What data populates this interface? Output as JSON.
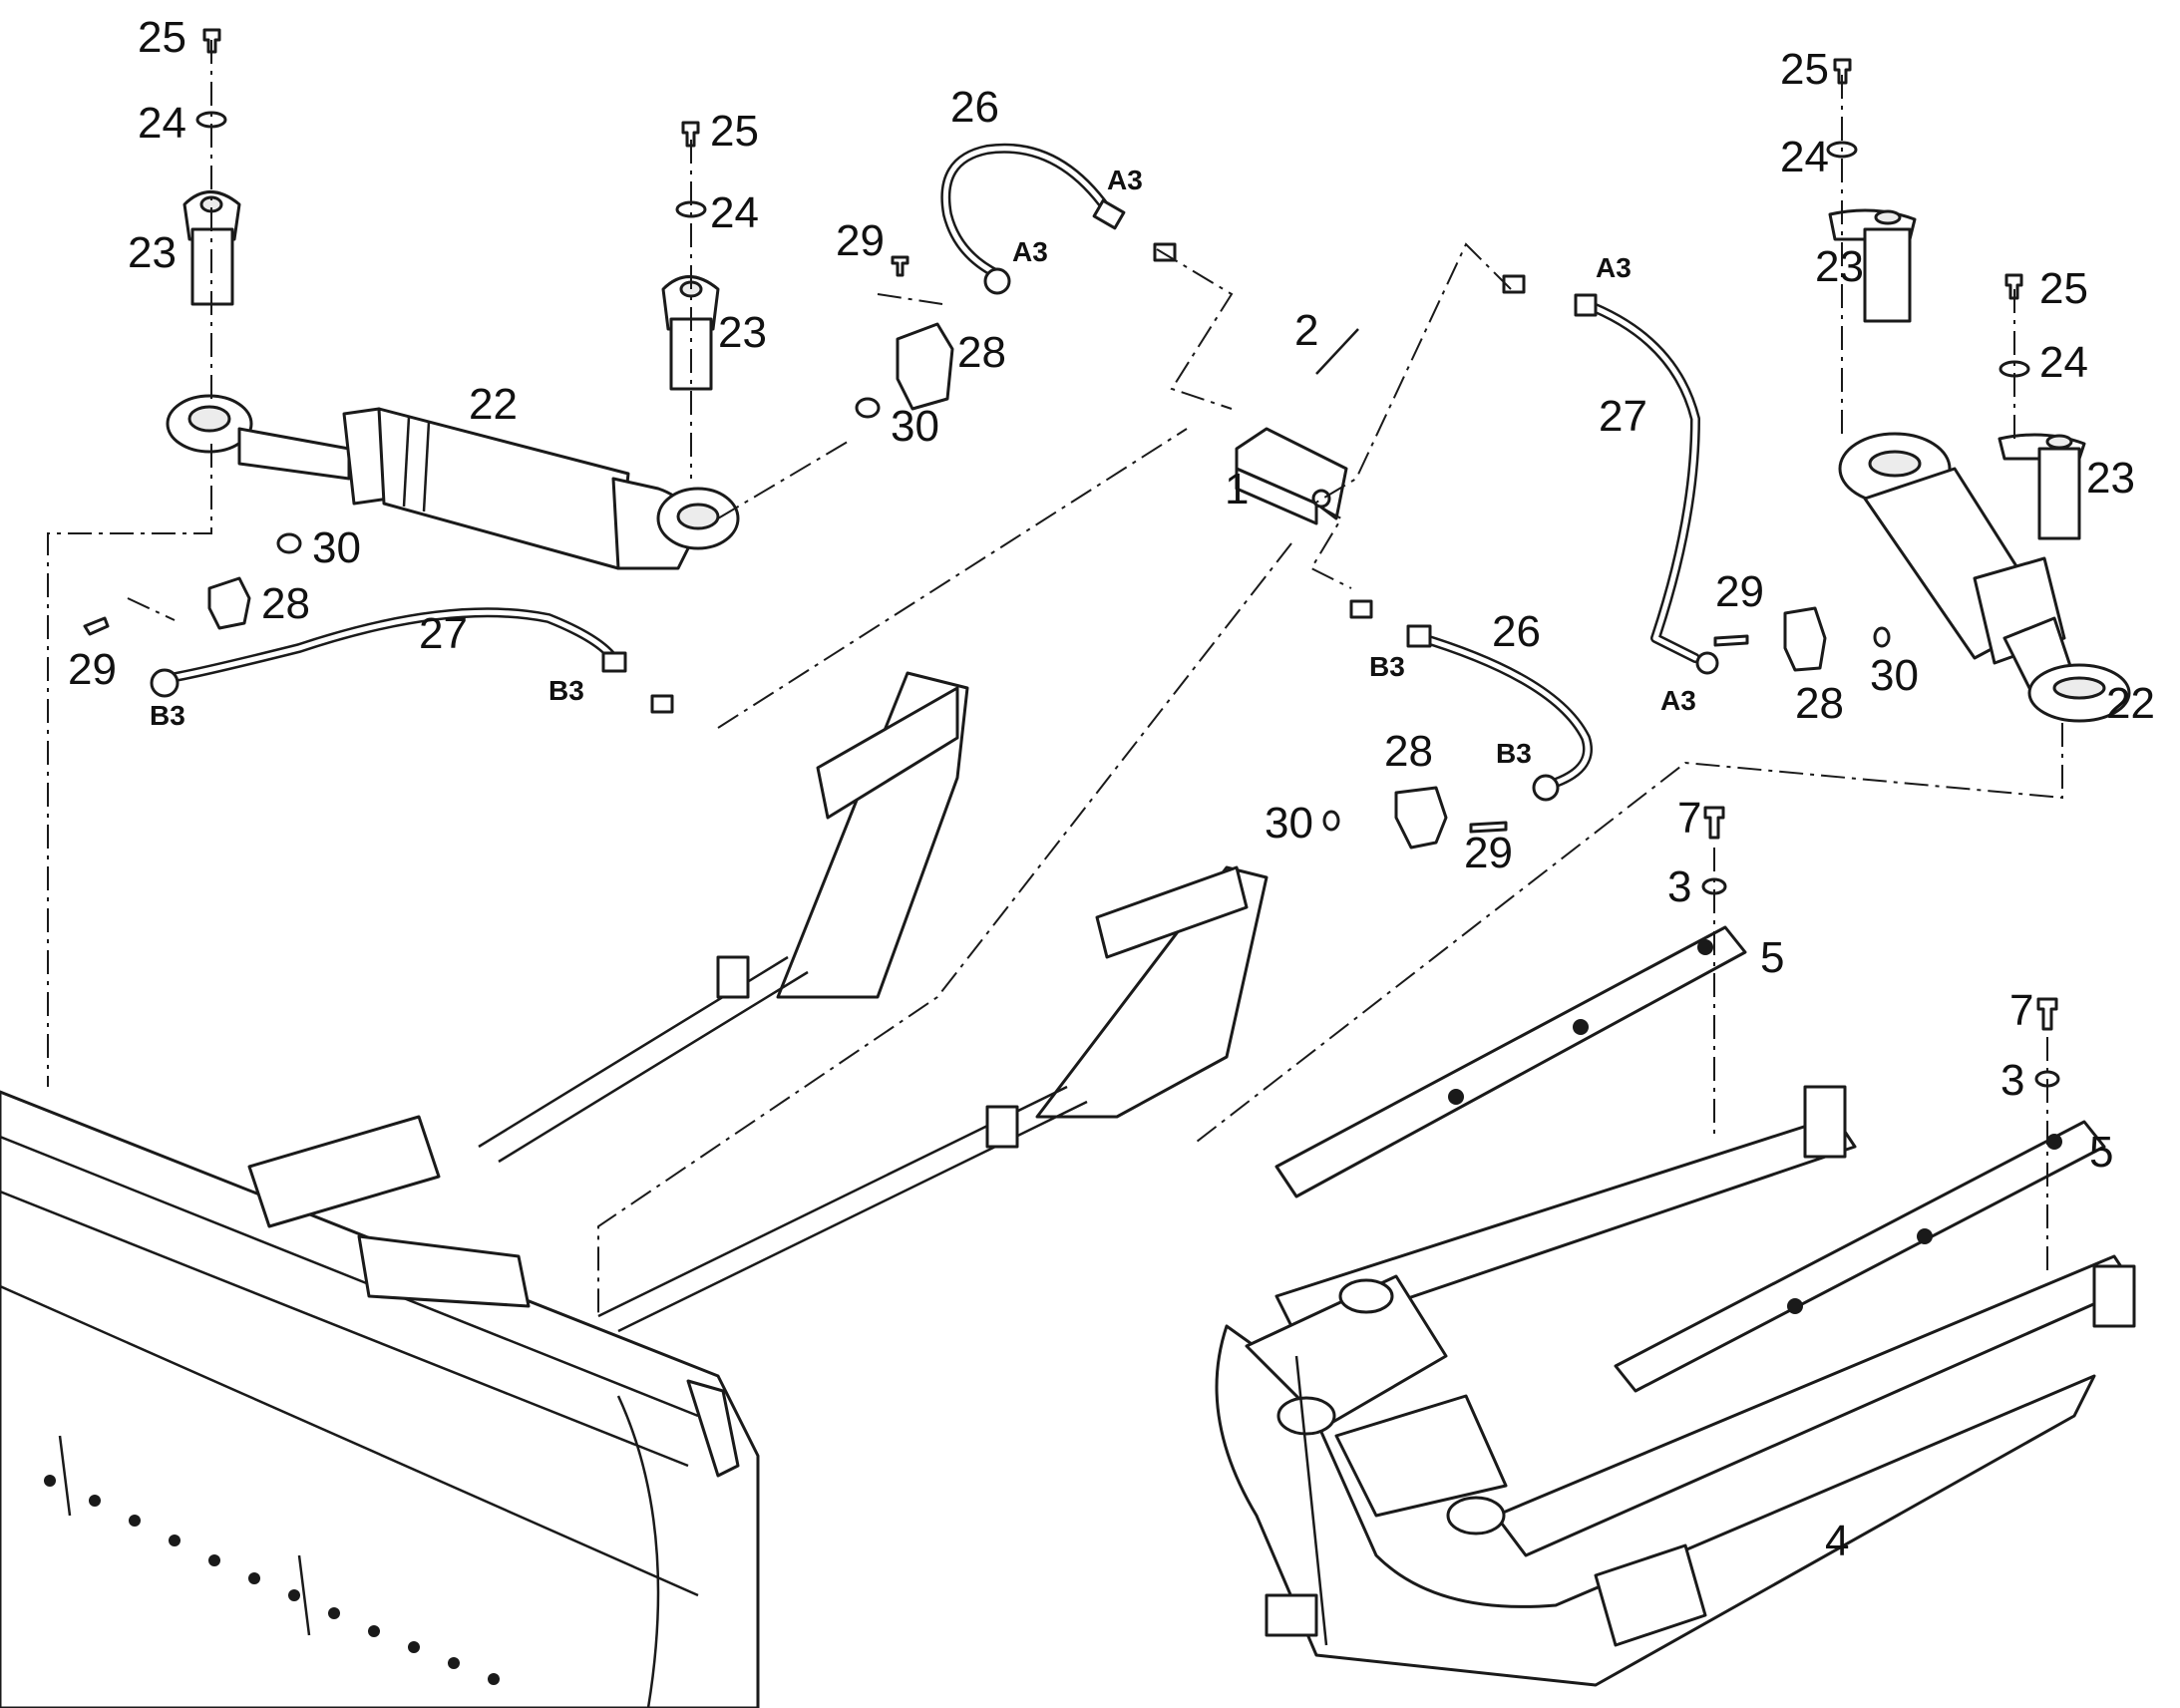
{
  "parts": {
    "p1": "1",
    "p2": "2",
    "p3": "3",
    "p4": "4",
    "p5": "5",
    "p7": "7",
    "p22": "22",
    "p23": "23",
    "p24": "24",
    "p25": "25",
    "p26": "26",
    "p27": "27",
    "p28": "28",
    "p29": "29",
    "p30": "30"
  },
  "ports": {
    "a3": "A3",
    "b3": "B3"
  }
}
